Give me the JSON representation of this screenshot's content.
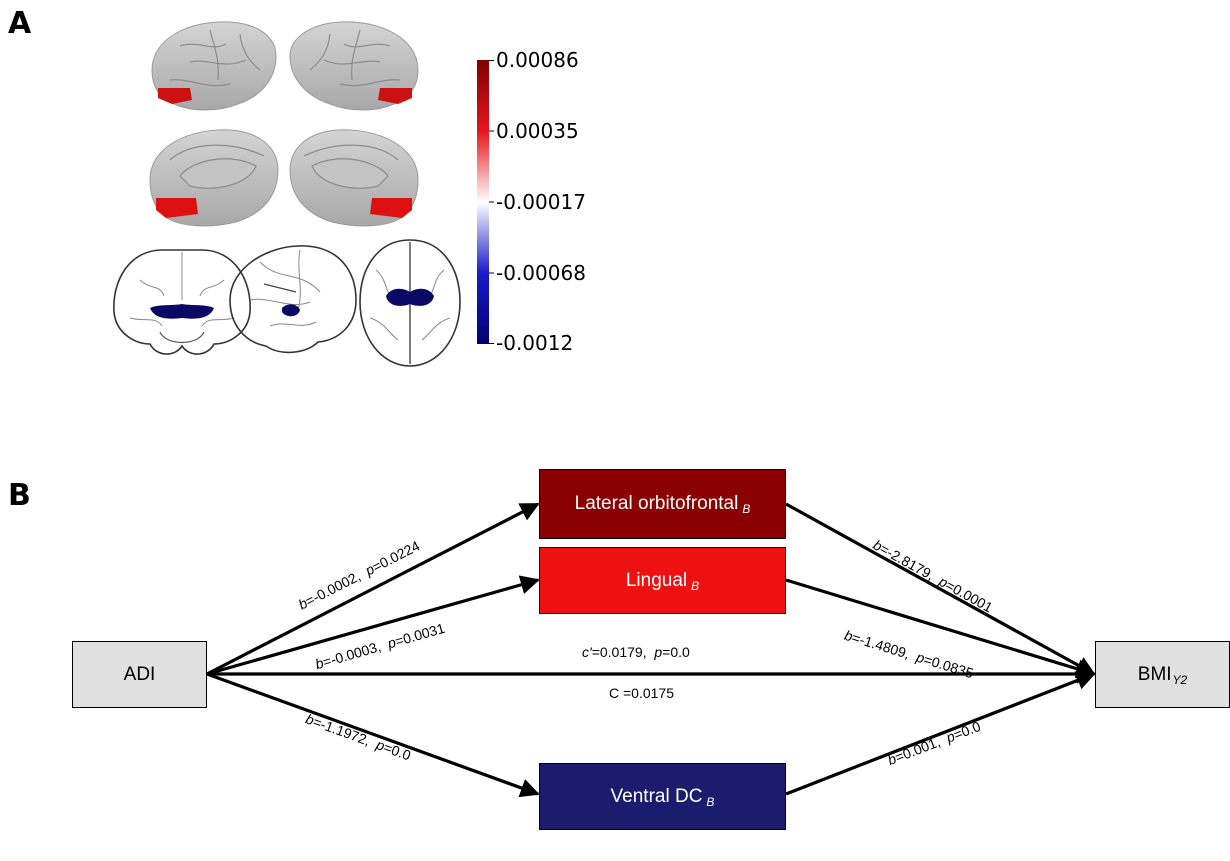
{
  "panel_a": {
    "label": "A",
    "colorbar": {
      "ticks": [
        "0.00086",
        "0.00035",
        "-0.00017",
        "-0.00068",
        "-0.0012"
      ],
      "colors": {
        "top": "#7f0000",
        "high": "#e8141c",
        "mid": "#ffffff",
        "low": "#1a1acc",
        "bottom": "#000070"
      }
    }
  },
  "panel_b": {
    "label": "B",
    "nodes": {
      "adi": {
        "label": "ADI"
      },
      "bmi": {
        "label": "BMI",
        "subscript": "Y2"
      },
      "lateral_orbitofrontal": {
        "label": "Lateral orbitofrontal",
        "subscript": "B",
        "color": "#8b0000"
      },
      "lingual": {
        "label": "Lingual",
        "subscript": "B",
        "color": "#ee1111"
      },
      "ventral_dc": {
        "label": "Ventral DC",
        "subscript": "B",
        "color": "#1c1c6e"
      }
    },
    "edges": {
      "adi_lof": {
        "b": "-0.0002",
        "p": "0.0224"
      },
      "adi_lingual": {
        "b": "-0.0003",
        "p": "0.0031"
      },
      "adi_vdc": {
        "b": "-1.1972",
        "p": "0.0"
      },
      "lof_bmi": {
        "b": "-2.8179",
        "p": "0.0001"
      },
      "lingual_bmi": {
        "b": "-1.4809",
        "p": "0.0835"
      },
      "vdc_bmi": {
        "b": "0.001",
        "p": "0.0"
      },
      "direct": {
        "c_prime": "0.0179",
        "p": "0.0",
        "c_total": "C =0.0175"
      }
    }
  }
}
